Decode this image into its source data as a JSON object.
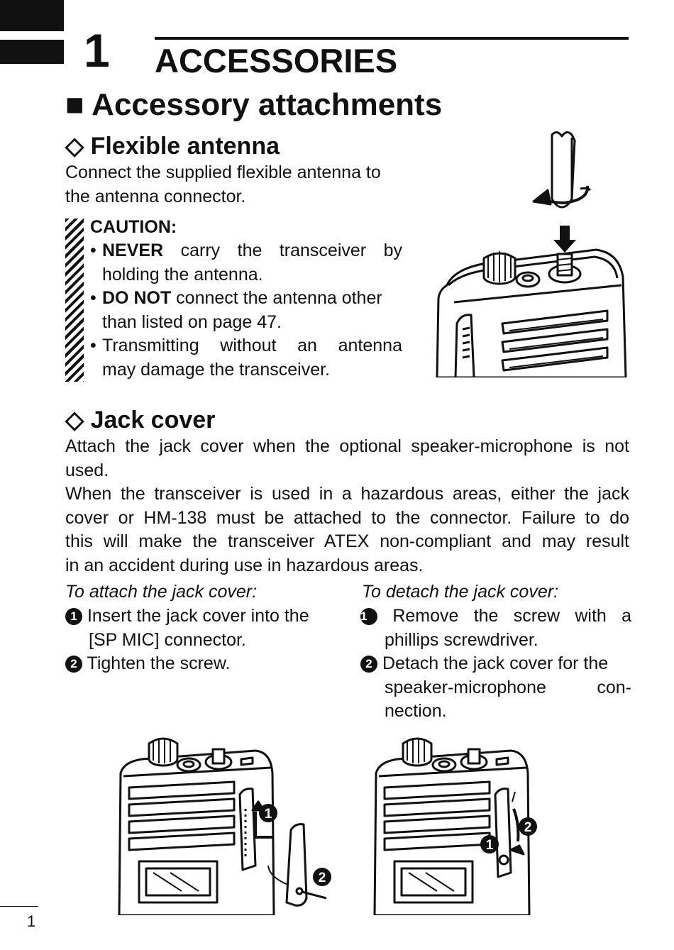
{
  "chapter": {
    "number": "1",
    "title": "ACCESSORIES"
  },
  "section": {
    "title": "■ Accessory attachments"
  },
  "antenna": {
    "heading": "◇ Flexible antenna",
    "intro_lines": [
      "Connect the supplied flexible antenna to",
      "the antenna connector."
    ],
    "caution_title": "CAUTION:",
    "bullets": [
      {
        "bold": "NEVER",
        "lines": [
          "carry the transceiver by",
          "holding the antenna."
        ]
      },
      {
        "bold": "DO NOT",
        "lines": [
          "connect the antenna other",
          "than listed on page 47."
        ]
      },
      {
        "bold": "",
        "lines": [
          "Transmitting without an antenna",
          "may damage the transceiver."
        ]
      }
    ]
  },
  "jack": {
    "heading": "◇ Jack cover",
    "para1_lines": [
      "Attach the jack cover when the optional speaker-microphone is not",
      "used."
    ],
    "para2_lines": [
      "When the transceiver is used in a hazardous areas, either the jack",
      "cover or HM-138 must be attached to the connector. Failure to do",
      "this will make the transceiver ATEX non-compliant and may result",
      "in an accident during use in hazardous areas."
    ],
    "attach": {
      "title": "To attach the jack cover:",
      "steps": [
        {
          "num": "1",
          "lines": [
            "Insert the jack cover into the",
            "[SP MIC] connector."
          ]
        },
        {
          "num": "2",
          "lines": [
            "Tighten the screw."
          ]
        }
      ]
    },
    "detach": {
      "title": "To detach the jack cover:",
      "steps": [
        {
          "num": "1",
          "lines": [
            "Remove the screw with a",
            "phillips screwdriver."
          ]
        },
        {
          "num": "2",
          "lines": [
            "Detach the jack cover for the",
            "speaker-microphone con-",
            "nection."
          ]
        }
      ]
    },
    "callouts": [
      "1",
      "2"
    ]
  },
  "page_number": "1"
}
